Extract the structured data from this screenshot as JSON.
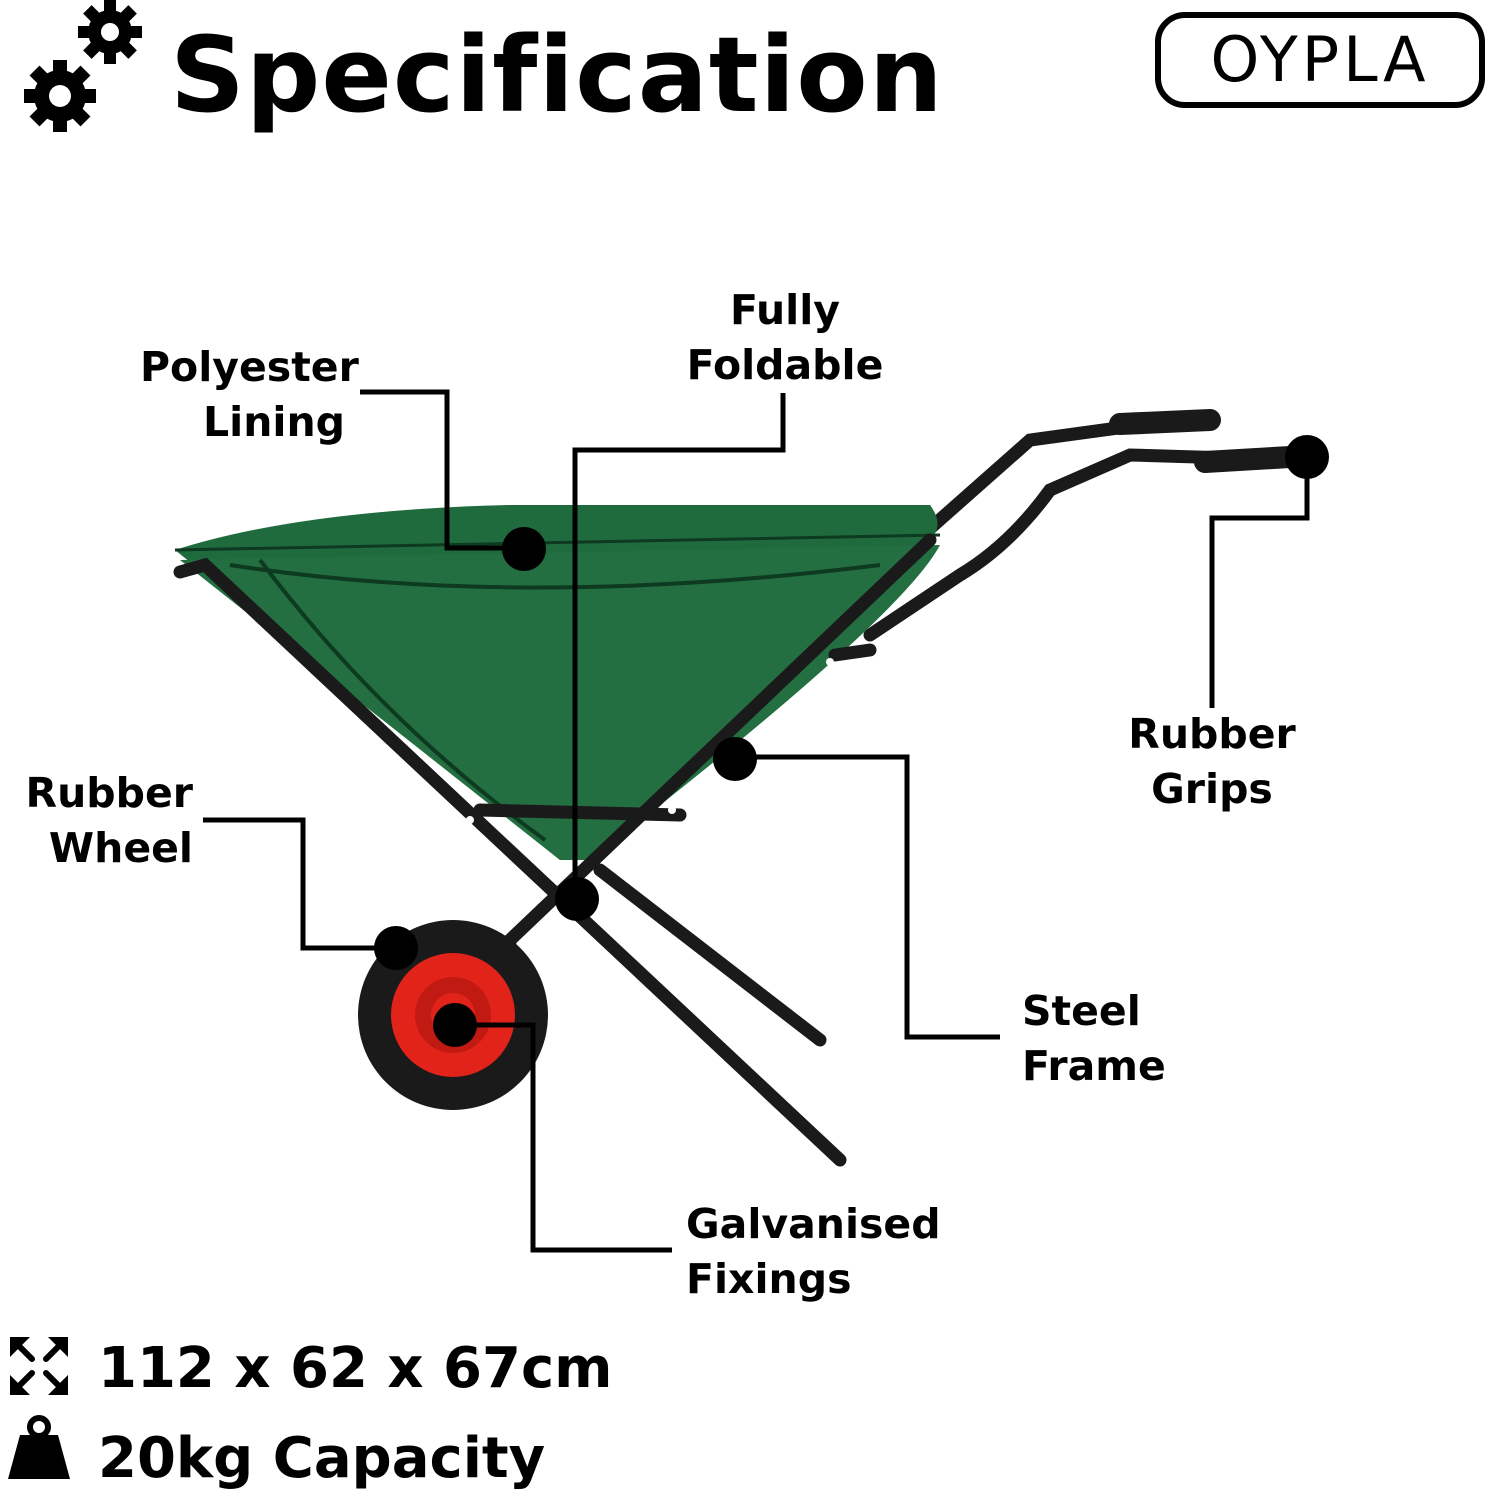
{
  "header": {
    "title": "Specification",
    "brand": "OYPLA"
  },
  "callouts": {
    "polyester_lining": [
      "Polyester",
      "Lining"
    ],
    "fully_foldable": [
      "Fully",
      "Foldable"
    ],
    "rubber_grips": [
      "Rubber",
      "Grips"
    ],
    "rubber_wheel": [
      "Rubber",
      "Wheel"
    ],
    "steel_frame": [
      "Steel",
      "Frame"
    ],
    "galvanised_fixings": [
      "Galvanised",
      "Fixings"
    ]
  },
  "specs": {
    "dimensions": "112 x 62 x 67cm",
    "capacity": "20kg Capacity"
  },
  "icons": {
    "title": "gears-icon",
    "dimensions": "expand-arrows-icon",
    "capacity": "weight-icon"
  },
  "colors": {
    "fabric": "#1f6b3e",
    "frame": "#1a1a1a",
    "wheel_hub": "#e2231a",
    "callout": "#000000"
  }
}
